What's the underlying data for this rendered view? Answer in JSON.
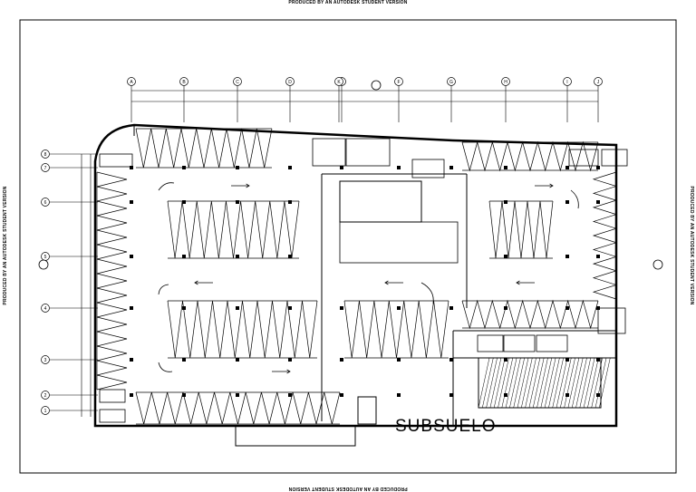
{
  "watermark": {
    "text": "PRODUCED BY AN AUTODESK STUDENT VERSION"
  },
  "drawing": {
    "title": "SUBSUELO",
    "grid_columns": [
      "A",
      "B",
      "C",
      "D",
      "E",
      "F",
      "G",
      "H",
      "I",
      "J",
      "K"
    ],
    "grid_rows": [
      "8",
      "7",
      "6",
      "5",
      "4",
      "3",
      "2",
      "1"
    ]
  },
  "colors": {
    "line": "#000000",
    "background": "#ffffff"
  }
}
